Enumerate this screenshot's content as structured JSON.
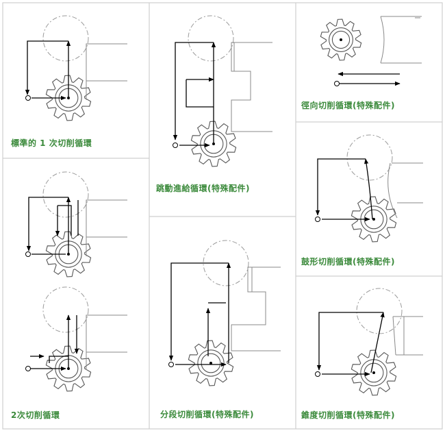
{
  "panels": [
    {
      "id": "p1",
      "caption": "標準的 1 次切削循環"
    },
    {
      "id": "p2",
      "caption": "2次切削循環"
    },
    {
      "id": "p3",
      "caption": "跳動進給循環(特殊配件)"
    },
    {
      "id": "p4",
      "caption": "分段切削循環(特殊配件)"
    },
    {
      "id": "p5",
      "caption": "徑向切削循環(特殊配件)"
    },
    {
      "id": "p6",
      "caption": "鼓形切削循環(特殊配件)"
    },
    {
      "id": "p7",
      "caption": "錐度切削循環(特殊配件)"
    }
  ],
  "colors": {
    "caption": "#3b8a3b",
    "line": "#000000",
    "workpiece": "#888888",
    "phantom": "#9a9a9a",
    "border": "#cfcfcf"
  }
}
